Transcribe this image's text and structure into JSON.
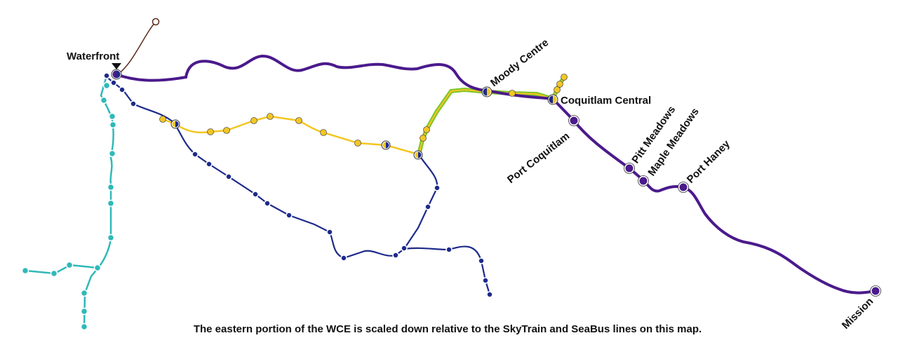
{
  "colors": {
    "wce": "#4b1a8c",
    "expo": "#1d2a8a",
    "millennium": "#f3c623",
    "canada_line": "#2fb9b8",
    "evergreen": "#7ec62a",
    "seabus": "#5a2a1a"
  },
  "stations": {
    "waterfront": "Waterfront",
    "moody_centre": "Moody Centre",
    "coquitlam_central": "Coquitlam Central",
    "port_coquitlam": "Port Coquitlam",
    "pitt_meadows": "Pitt Meadows",
    "maple_meadows": "Maple Meadows",
    "port_haney": "Port Haney",
    "mission": "Mission"
  },
  "caption": "The eastern portion of the WCE is scaled down relative to the SkyTrain and SeaBus lines on this map."
}
